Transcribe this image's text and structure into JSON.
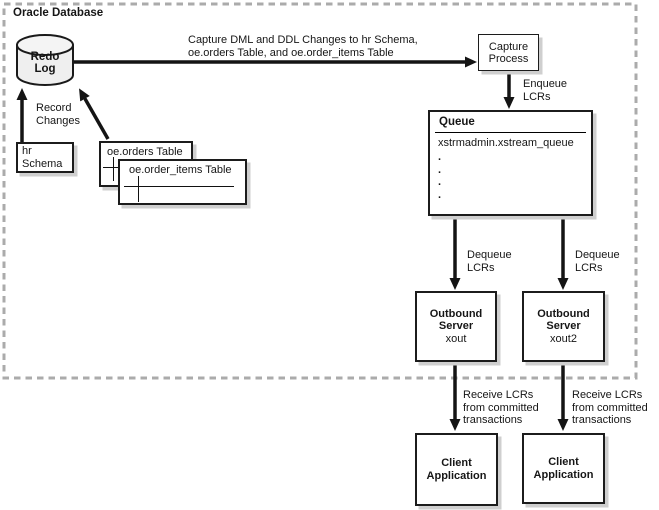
{
  "diagram": {
    "container_label": "Oracle Database",
    "redo_log": {
      "label": "Redo\nLog"
    },
    "flows": {
      "capture_changes": "Capture DML and DDL Changes to hr Schema,\noe.orders Table, and oe.order_items Table",
      "record_changes": "Record\nChanges",
      "enqueue": "Enqueue\nLCRs",
      "dequeue_left": "Dequeue\nLCRs",
      "dequeue_right": "Dequeue\nLCRs",
      "receive_left": "Receive LCRs\nfrom committed\ntransactions",
      "receive_right": "Receive LCRs\nfrom committed\ntransactions"
    },
    "nodes": {
      "hr_schema": {
        "label": "hr\nSchema"
      },
      "oe_orders": {
        "label": "oe.orders Table"
      },
      "oe_order_items": {
        "label": "oe.order_items Table"
      },
      "capture_process": {
        "label": "Capture\nProcess"
      },
      "queue": {
        "title": "Queue",
        "name": "xstrmadmin.xstream_queue",
        "dots": ".\n.\n.\n."
      },
      "outbound_server_1": {
        "title": "Outbound\nServer",
        "name": "xout"
      },
      "outbound_server_2": {
        "title": "Outbound\nServer",
        "name": "xout2"
      },
      "client_app_1": {
        "label": "Client\nApplication"
      },
      "client_app_2": {
        "label": "Client\nApplication"
      }
    }
  }
}
